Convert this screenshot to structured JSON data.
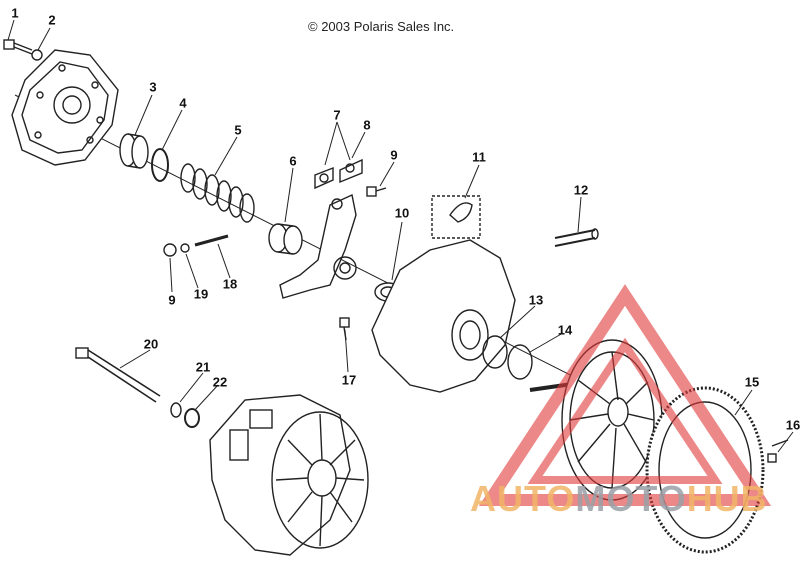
{
  "copyright": "© 2003 Polaris Sales Inc.",
  "callouts": [
    "1",
    "2",
    "3",
    "4",
    "5",
    "6",
    "7",
    "8",
    "9",
    "9",
    "10",
    "11",
    "12",
    "13",
    "14",
    "15",
    "16",
    "17",
    "18",
    "19",
    "20",
    "21",
    "22"
  ],
  "watermark": {
    "part1": "AUTO",
    "part2": "MOTO",
    "part3": "HUB"
  },
  "colors": {
    "line": "#222222",
    "watermark_red": "#e23a3a",
    "watermark_orange": "#f2b466",
    "watermark_grey": "#9aa0a6"
  }
}
